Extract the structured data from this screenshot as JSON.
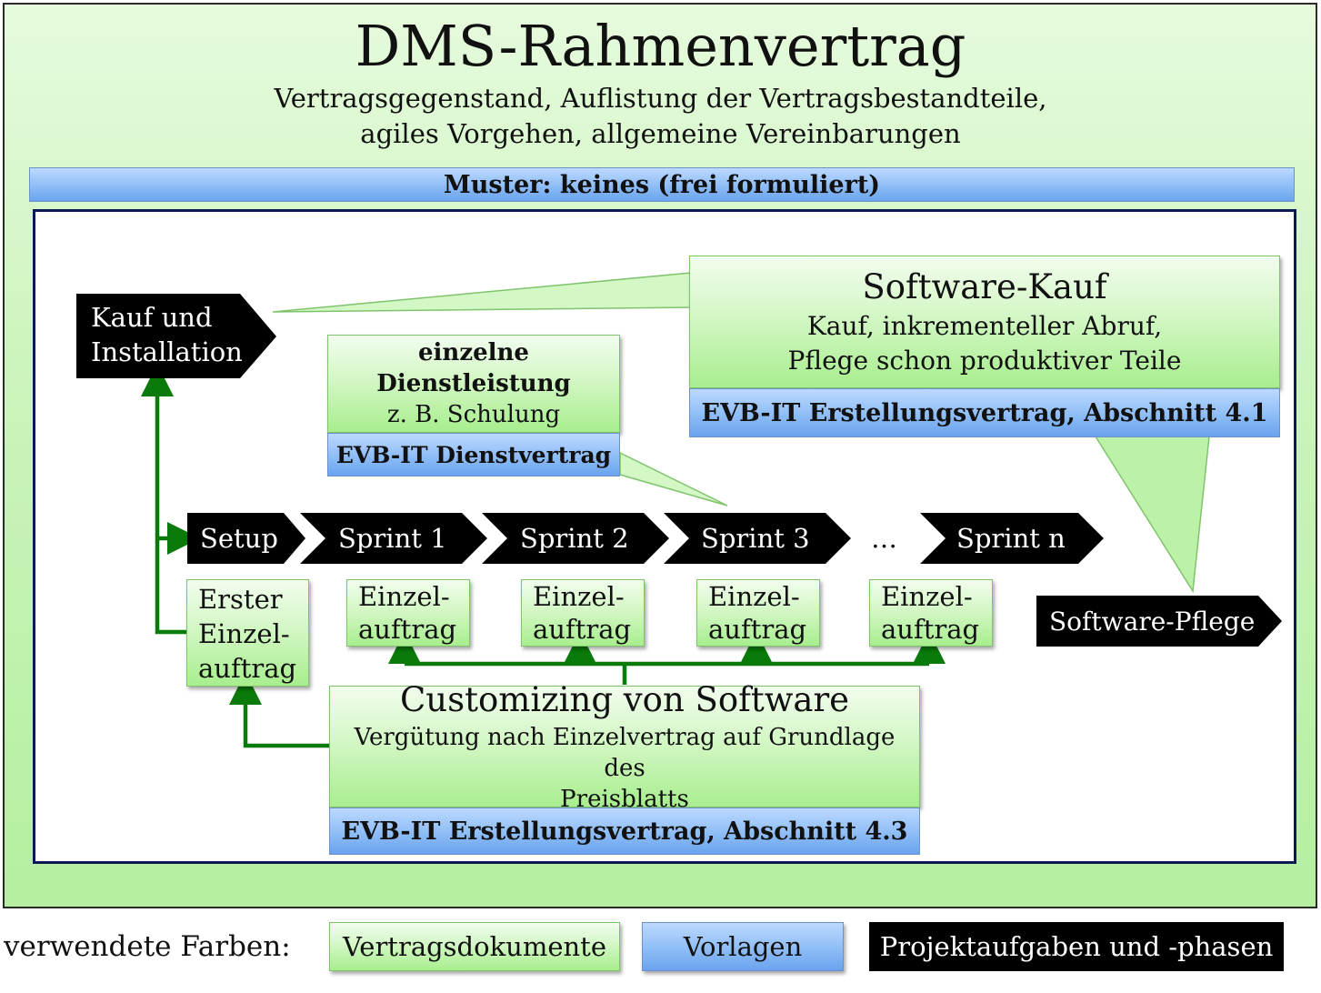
{
  "header": {
    "title": "DMS-Rahmenvertrag",
    "subtitle_line1": "Vertragsgegenstand, Auflistung der Vertragsbestandteile,",
    "subtitle_line2": "agiles Vorgehen, allgemeine Vereinbarungen",
    "muster": "Muster: keines (frei formuliert)"
  },
  "phases": {
    "kauf_line1": "Kauf und",
    "kauf_line2": "Installation",
    "setup": "Setup",
    "sprint1": "Sprint 1",
    "sprint2": "Sprint 2",
    "sprint3": "Sprint 3",
    "ellipsis": "…",
    "sprintn": "Sprint n",
    "pflege": "Software-Pflege"
  },
  "dienst": {
    "line1": "einzelne",
    "line2": "Dienstleistung",
    "line3": "z. B. Schulung",
    "vorlage": "EVB-IT Dienstvertrag"
  },
  "softwarekauf": {
    "title": "Software-Kauf",
    "line1": "Kauf, inkrementeller Abruf,",
    "line2": "Pflege schon produktiver Teile",
    "vorlage": "EVB-IT Erstellungsvertrag, Abschnitt 4.1"
  },
  "einzelauftraege": {
    "erster_line1": "Erster",
    "erster_line2": "Einzel-",
    "erster_line3": "auftrag",
    "einzel_line1": "Einzel-",
    "einzel_line2": "auftrag"
  },
  "customizing": {
    "title": "Customizing von Software",
    "line1": "Vergütung nach Einzelvertrag auf Grundlage des",
    "line2": "Preisblatts",
    "vorlage": "EVB-IT Erstellungsvertrag, Abschnitt 4.3"
  },
  "legend": {
    "label": "verwendete Farben:",
    "vertragsdokumente": "Vertragsdokumente",
    "vorlagen": "Vorlagen",
    "projektaufgaben": "Projektaufgaben und -phasen"
  },
  "colors": {
    "green_fill": "#c6f4b4",
    "blue_fill": "#8ebdf6",
    "black_fill": "#000000",
    "connector": "#0a7a0a",
    "frame": "#0b1a55"
  }
}
